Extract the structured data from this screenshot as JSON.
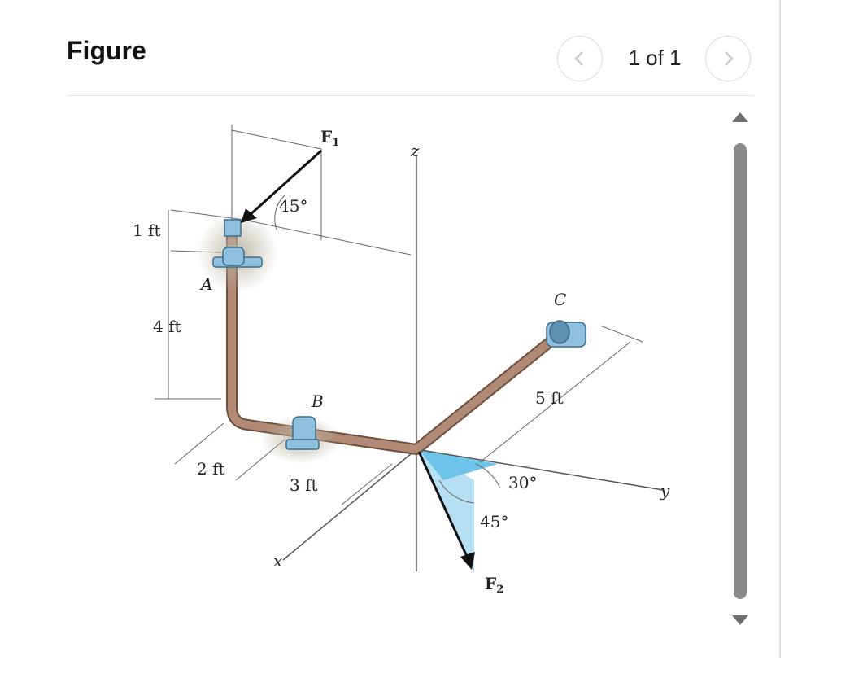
{
  "header": {
    "title": "Figure",
    "pager": "1 of 1",
    "prev_icon": "chevron-left-icon",
    "next_icon": "chevron-right-icon"
  },
  "figure": {
    "labels": {
      "f1": "F",
      "f1_sub": "1",
      "f2": "F",
      "f2_sub": "2",
      "angle_f1": "45°",
      "angle_30": "30°",
      "angle_45": "45°",
      "dim_1ft": "1 ft",
      "dim_4ft": "4 ft",
      "dim_2ft": "2 ft",
      "dim_3ft": "3 ft",
      "dim_5ft": "5 ft",
      "point_a": "A",
      "point_b": "B",
      "point_c": "C",
      "axis_x": "x",
      "axis_y": "y",
      "axis_z": "z"
    }
  },
  "scrollbar": {
    "up_icon": "triangle-up-icon",
    "down_icon": "triangle-down-icon"
  },
  "colors": {
    "pipe": "#9c7a66",
    "bearing": "#8fc1df",
    "force_plane": "#a9d8f1"
  }
}
